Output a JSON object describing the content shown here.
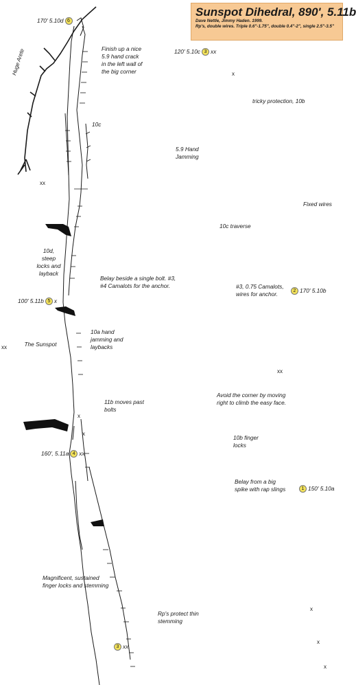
{
  "title": "Sunspot Dihedral, 890', 5.11b",
  "credits": "Dave Nettle, Jimmy Haden. 1999.",
  "gear": "Rp's, double wires. Triple 0.6\"-1.75\", double 0.4\"-2\", single 2.5\"-3.5\"",
  "colors": {
    "topo_line": "#1a1a1a",
    "route_line": "#e0322e",
    "sunspot_fill": "#f7c994",
    "belay_marker": "#f3e25a"
  },
  "belays": {
    "b6": {
      "num": "6",
      "label": "170' 5.10d"
    },
    "b5": {
      "num": "5",
      "label": "100' 5.11b"
    },
    "b4": {
      "num": "4",
      "label": "160', 5.11a"
    },
    "b3_left": {
      "num": "3"
    },
    "b3_right": {
      "num": "3",
      "label": "120' 5.10c"
    },
    "b2": {
      "num": "2",
      "label": "170' 5.10b"
    },
    "b1": {
      "num": "1",
      "label": "150' 5.10a"
    }
  },
  "notes": {
    "finish": "Finish up a nice 5.9 hand crack in the left wall of the big corner",
    "arete": "Huge Arete",
    "ten_c": "10c",
    "ten_d": "10d, steep locks and layback",
    "belay_single_bolt": "Belay beside a single bolt. #3, #4 Camalots for the anchor.",
    "ten_a": "10a hand jamming and laybacks",
    "sunspot": "The Sunspot",
    "eleven_b": "11b moves past bolts",
    "magnificent": "Magnificent, sustained finger locks and stemming",
    "rps": "Rp's protect thin stemming",
    "tricky": "tricky protection, 10b",
    "hand_jamming": "5.9 Hand Jamming",
    "fixed_wires": "Fixed wires",
    "traverse": "10c traverse",
    "camalots": "#3, 0.75 Camalots, wires for anchor.",
    "avoid_corner": "Avoid the corner by moving right to climb the easy face.",
    "finger_locks": "10b finger locks",
    "belay_spike": "Belay from a big spike with rap slings"
  },
  "marks": {
    "anchor": "xx",
    "bolt": "x"
  }
}
